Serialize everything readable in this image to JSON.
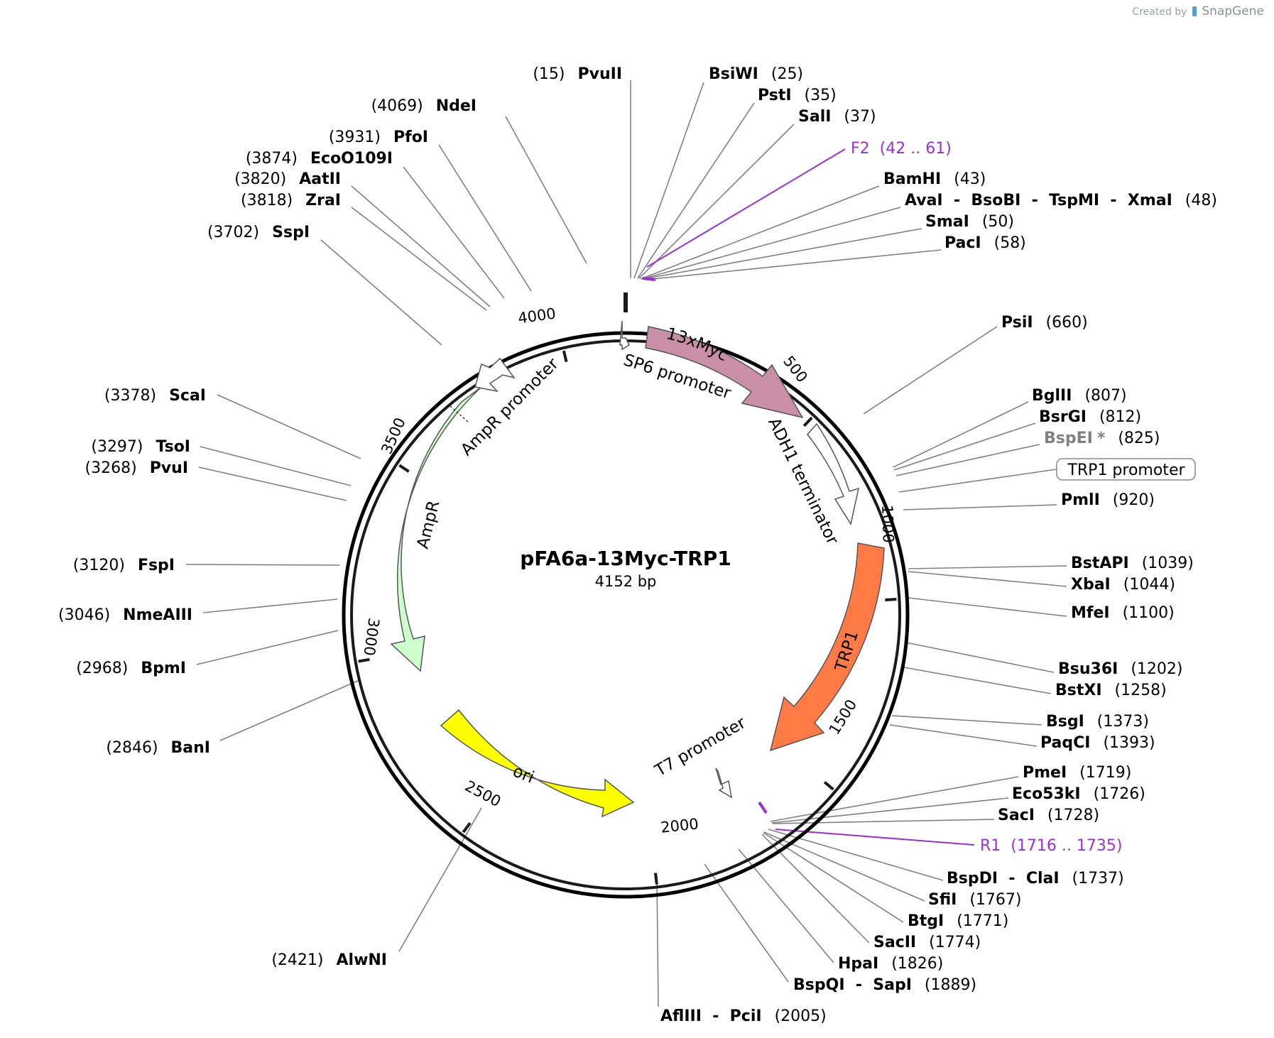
{
  "credit": {
    "prefix": "Created by",
    "brand": "SnapGene"
  },
  "plasmid": {
    "name": "pFA6a-13Myc-TRP1",
    "size": "4152 bp"
  },
  "ticks": [
    "500",
    "1000",
    "1500",
    "2000",
    "2500",
    "3000",
    "3500",
    "4000"
  ],
  "features": [
    {
      "name": "13xMyc",
      "color": "#c98fa7"
    },
    {
      "name": "ADH1 terminator",
      "color": "#ffffff"
    },
    {
      "name": "TRP1",
      "color": "#ff7a45"
    },
    {
      "name": "T7 promoter",
      "color": "#ffffff"
    },
    {
      "name": "ori",
      "color": "#ffff00"
    },
    {
      "name": "AmpR",
      "color": "#ccffcc"
    },
    {
      "name": "AmpR promoter",
      "color": "#ffffff"
    },
    {
      "name": "SP6 promoter",
      "color": "#ffffff"
    },
    {
      "name": "TRP1 promoter",
      "color": "#ffffff"
    }
  ],
  "primers": [
    {
      "name": "F2",
      "range": "(42 .. 61)",
      "color": "#9b30d9"
    },
    {
      "name": "R1",
      "range": "(1716 .. 1735)",
      "color": "#9b30d9"
    }
  ],
  "sites": [
    {
      "enzyme": "PvuII",
      "pos": "(15)"
    },
    {
      "enzyme": "NdeI",
      "pos": "(4069)"
    },
    {
      "enzyme": "PfoI",
      "pos": "(3931)"
    },
    {
      "enzyme": "EcoO109I",
      "pos": "(3874)"
    },
    {
      "enzyme": "AatII",
      "pos": "(3820)"
    },
    {
      "enzyme": "ZraI",
      "pos": "(3818)"
    },
    {
      "enzyme": "SspI",
      "pos": "(3702)"
    },
    {
      "enzyme": "ScaI",
      "pos": "(3378)"
    },
    {
      "enzyme": "TsoI",
      "pos": "(3297)"
    },
    {
      "enzyme": "PvuI",
      "pos": "(3268)"
    },
    {
      "enzyme": "FspI",
      "pos": "(3120)"
    },
    {
      "enzyme": "NmeAIII",
      "pos": "(3046)"
    },
    {
      "enzyme": "BpmI",
      "pos": "(2968)"
    },
    {
      "enzyme": "BanI",
      "pos": "(2846)"
    },
    {
      "enzyme": "AlwNI",
      "pos": "(2421)"
    },
    {
      "enzyme": "BsiWI",
      "pos": "(25)"
    },
    {
      "enzyme": "PstI",
      "pos": "(35)"
    },
    {
      "enzyme": "SalI",
      "pos": "(37)"
    },
    {
      "enzyme": "BamHI",
      "pos": "(43)"
    },
    {
      "enzyme": "AvaI  -  BsoBI  -  TspMI  -  XmaI",
      "pos": "(48)"
    },
    {
      "enzyme": "SmaI",
      "pos": "(50)"
    },
    {
      "enzyme": "PacI",
      "pos": "(58)"
    },
    {
      "enzyme": "PsiI",
      "pos": "(660)"
    },
    {
      "enzyme": "BglII",
      "pos": "(807)"
    },
    {
      "enzyme": "BsrGI",
      "pos": "(812)"
    },
    {
      "enzyme": "BspEI",
      "pos": "(825)",
      "mark": "*"
    },
    {
      "enzyme": "PmlI",
      "pos": "(920)"
    },
    {
      "enzyme": "BstAPI",
      "pos": "(1039)"
    },
    {
      "enzyme": "XbaI",
      "pos": "(1044)"
    },
    {
      "enzyme": "MfeI",
      "pos": "(1100)"
    },
    {
      "enzyme": "Bsu36I",
      "pos": "(1202)"
    },
    {
      "enzyme": "BstXI",
      "pos": "(1258)"
    },
    {
      "enzyme": "BsgI",
      "pos": "(1373)"
    },
    {
      "enzyme": "PaqCI",
      "pos": "(1393)"
    },
    {
      "enzyme": "PmeI",
      "pos": "(1719)"
    },
    {
      "enzyme": "Eco53kI",
      "pos": "(1726)"
    },
    {
      "enzyme": "SacI",
      "pos": "(1728)"
    },
    {
      "enzyme": "BspDI  -  ClaI",
      "pos": "(1737)"
    },
    {
      "enzyme": "SfiI",
      "pos": "(1767)"
    },
    {
      "enzyme": "BtgI",
      "pos": "(1771)"
    },
    {
      "enzyme": "SacII",
      "pos": "(1774)"
    },
    {
      "enzyme": "HpaI",
      "pos": "(1826)"
    },
    {
      "enzyme": "BspQI  -  SapI",
      "pos": "(1889)"
    },
    {
      "enzyme": "AflIII  -  PciI",
      "pos": "(2005)"
    }
  ]
}
